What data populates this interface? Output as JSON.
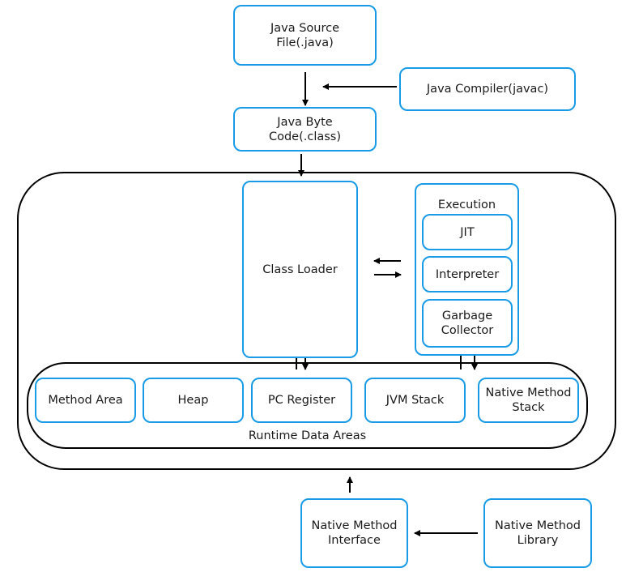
{
  "colors": {
    "box_border": "#1a9be6",
    "container_border": "#000000",
    "arrow": "#000000"
  },
  "nodes": {
    "java_source": "Java Source\nFile(.java)",
    "java_compiler": "Java Compiler(javac)",
    "java_byte_code": "Java Byte\nCode(.class)",
    "class_loader": "Class Loader",
    "execution": "Execution",
    "jit": "JIT",
    "interpreter": "Interpreter",
    "garbage_collector": "Garbage\nCollector",
    "method_area": "Method Area",
    "heap": "Heap",
    "pc_register": "PC Register",
    "jvm_stack": "JVM Stack",
    "native_method_stack": "Native Method\nStack",
    "runtime_data_areas": "Runtime Data Areas",
    "native_method_interface": "Native Method\nInterface",
    "native_method_library": "Native Method\nLibrary"
  }
}
